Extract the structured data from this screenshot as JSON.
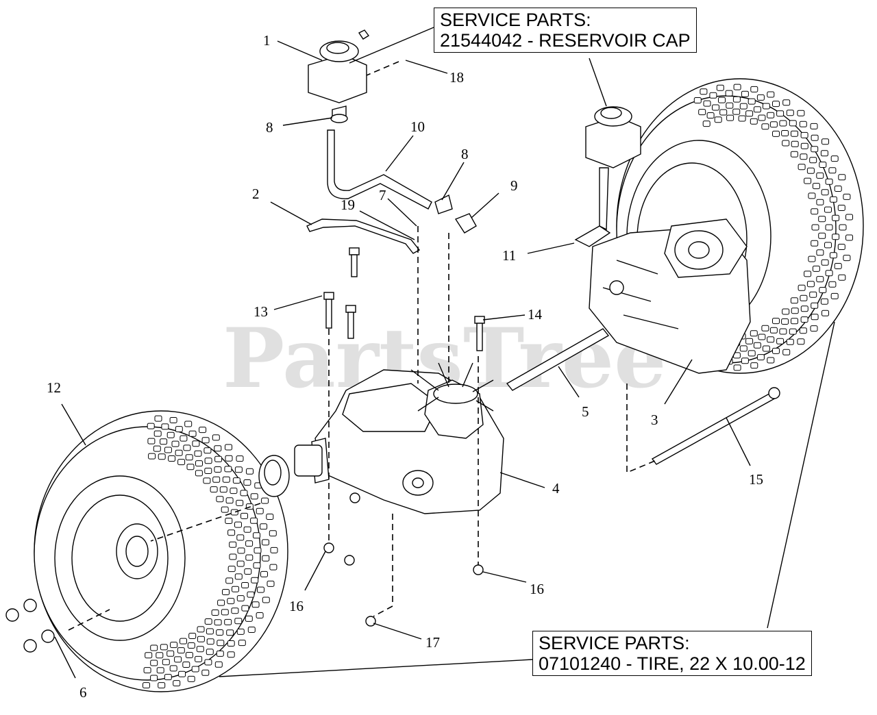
{
  "watermark": "PartsTree",
  "service_boxes": [
    {
      "id": "cap",
      "line1": "SERVICE PARTS:",
      "line2": "21544042 - RESERVOIR CAP"
    },
    {
      "id": "tire",
      "line1": "SERVICE PARTS:",
      "line2": "07101240 - TIRE, 22 X 10.00-12"
    }
  ],
  "callouts": [
    "1",
    "18",
    "8",
    "10",
    "8",
    "9",
    "2",
    "19",
    "7",
    "11",
    "13",
    "14",
    "3",
    "5",
    "12",
    "15",
    "4",
    "16",
    "16",
    "17",
    "6"
  ]
}
